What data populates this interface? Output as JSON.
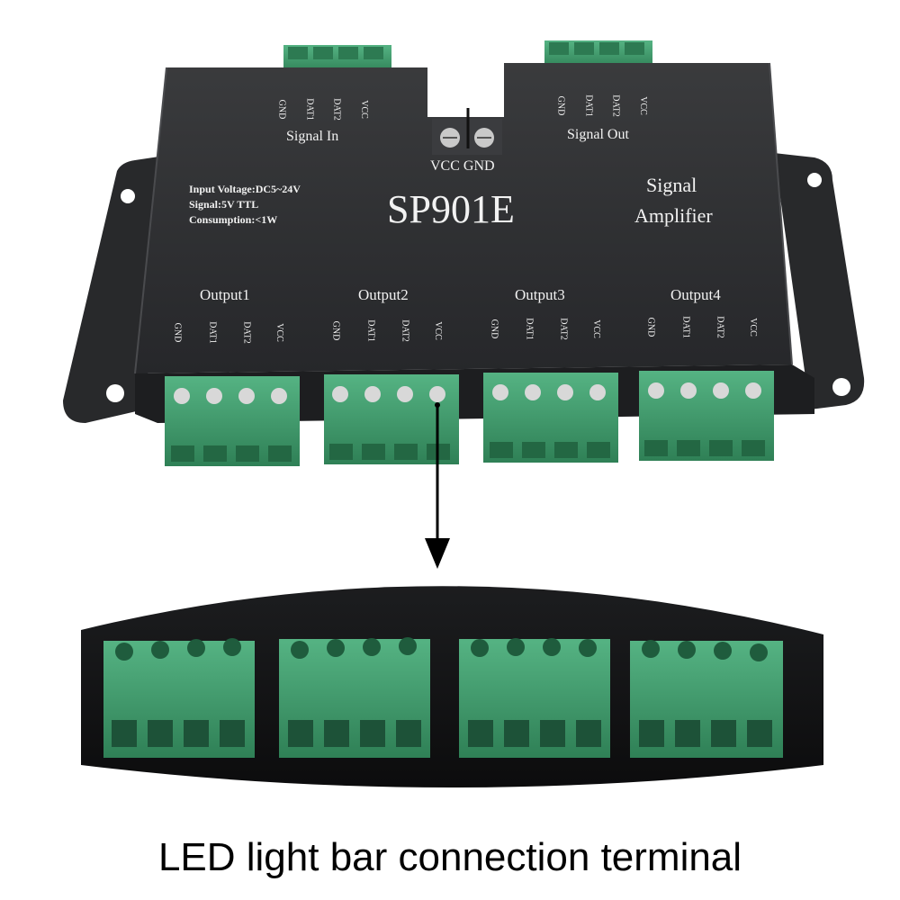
{
  "device": {
    "model": "SP901E",
    "type_line1": "Signal",
    "type_line2": "Amplifier",
    "power_label": "VCC GND",
    "specs": [
      "Input Voltage:DC5~24V",
      "Signal:5V TTL",
      "Consumption:<1W"
    ],
    "signal_in_label": "Signal In",
    "signal_out_label": "Signal Out",
    "pins": [
      "GND",
      "DAT1",
      "DAT2",
      "VCC"
    ],
    "outputs": [
      "Output1",
      "Output2",
      "Output3",
      "Output4"
    ]
  },
  "caption": "LED light bar connection terminal",
  "colors": {
    "case": "#2b2c2e",
    "terminal_green": "#3f9a6c",
    "background": "#ffffff"
  }
}
